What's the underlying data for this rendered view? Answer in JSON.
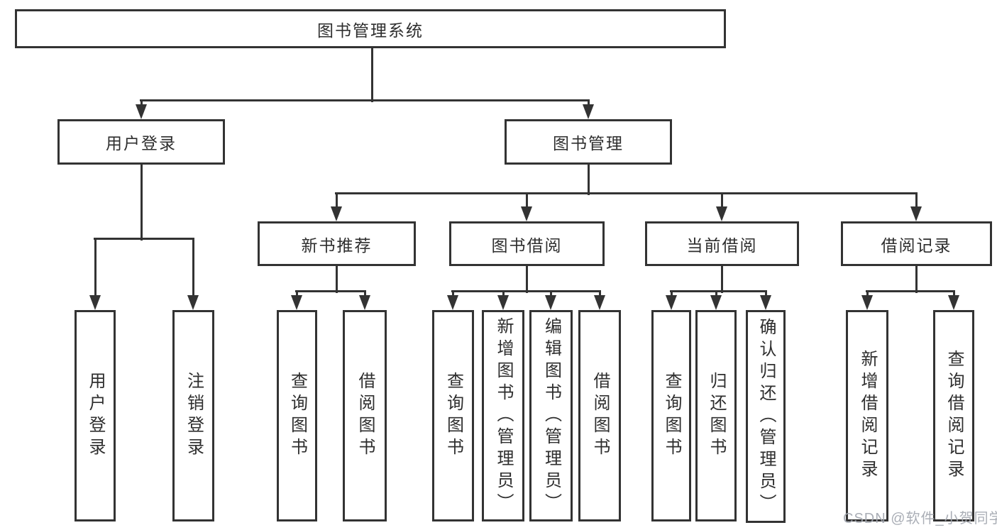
{
  "diagram": {
    "title": "图书管理系统",
    "watermark": "CSDN @软件_小贺同学"
  },
  "colors": {
    "line": "#333333",
    "text": "#2e2e2e",
    "background": "#ffffff",
    "watermark": "#a3a8b0"
  },
  "nodes": [
    {
      "id": "root",
      "label": "图书管理系统",
      "level": 1,
      "parent": null
    },
    {
      "id": "user-login",
      "label": "用户登录",
      "level": 2,
      "parent": "root"
    },
    {
      "id": "book-management",
      "label": "图书管理",
      "level": 2,
      "parent": "root"
    },
    {
      "id": "new-book-recommend",
      "label": "新书推荐",
      "level": 3,
      "parent": "book-management"
    },
    {
      "id": "book-borrowing",
      "label": "图书借阅",
      "level": 3,
      "parent": "book-management"
    },
    {
      "id": "current-borrowing",
      "label": "当前借阅",
      "level": 3,
      "parent": "book-management"
    },
    {
      "id": "borrowing-records",
      "label": "借阅记录",
      "level": 3,
      "parent": "book-management"
    },
    {
      "id": "leaf-user-login",
      "label": "用户登录",
      "level": 4,
      "parent": "user-login"
    },
    {
      "id": "leaf-logout",
      "label": "注销登录",
      "level": 4,
      "parent": "user-login"
    },
    {
      "id": "leaf-query-books-1",
      "label": "查询图书",
      "level": 4,
      "parent": "new-book-recommend"
    },
    {
      "id": "leaf-borrow-books-1",
      "label": "借阅图书",
      "level": 4,
      "parent": "new-book-recommend"
    },
    {
      "id": "leaf-query-books-2",
      "label": "查询图书",
      "level": 4,
      "parent": "book-borrowing"
    },
    {
      "id": "leaf-add-books",
      "label": "新增图书（管理员）",
      "level": 4,
      "parent": "book-borrowing"
    },
    {
      "id": "leaf-edit-books",
      "label": "编辑图书（管理员）",
      "level": 4,
      "parent": "book-borrowing"
    },
    {
      "id": "leaf-borrow-books-2",
      "label": "借阅图书",
      "level": 4,
      "parent": "book-borrowing"
    },
    {
      "id": "leaf-query-books-3",
      "label": "查询图书",
      "level": 4,
      "parent": "current-borrowing"
    },
    {
      "id": "leaf-return-books",
      "label": "归还图书",
      "level": 4,
      "parent": "current-borrowing"
    },
    {
      "id": "leaf-confirm-return",
      "label": "确认归还（管理员）",
      "level": 4,
      "parent": "current-borrowing"
    },
    {
      "id": "leaf-add-borrow-record",
      "label": "新增借阅记录",
      "level": 4,
      "parent": "borrowing-records"
    },
    {
      "id": "leaf-query-borrow-record",
      "label": "查询借阅记录",
      "level": 4,
      "parent": "borrowing-records"
    }
  ]
}
